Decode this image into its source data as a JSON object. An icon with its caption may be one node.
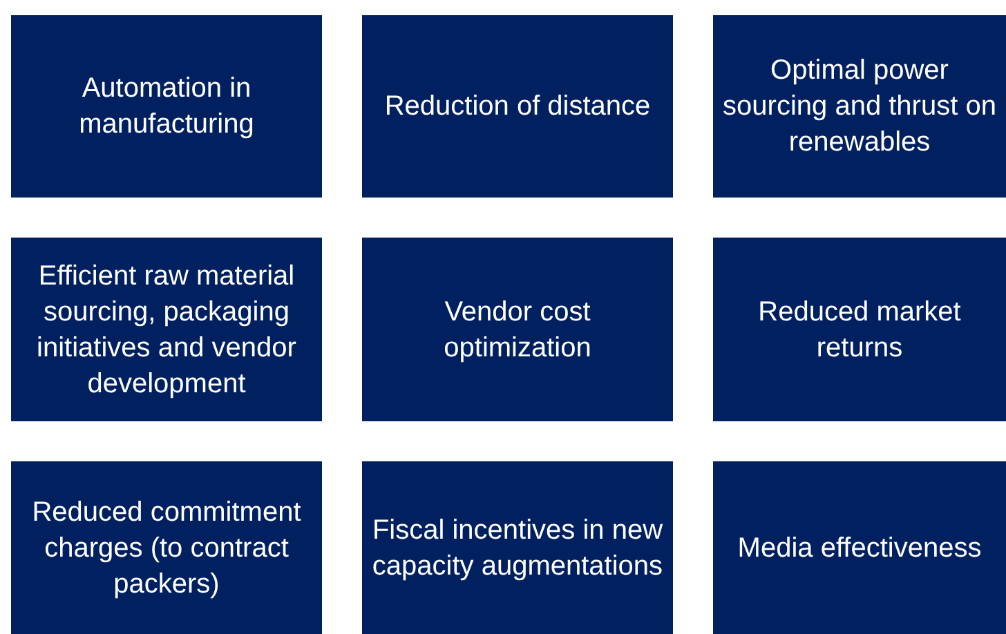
{
  "diagram": {
    "nodes": [
      {
        "text": [
          "Automation in manufacturing"
        ]
      },
      {
        "text": [
          "Reduction of distance"
        ]
      },
      {
        "text": [
          "Optimal power sourcing and thrust on renewables"
        ]
      },
      {
        "text": [
          "Efficient raw material sourcing, packaging initiatives and vendor development"
        ]
      },
      {
        "text": [
          "Vendor cost optimization"
        ]
      },
      {
        "text": [
          "Reduced market returns"
        ]
      },
      {
        "text": [
          "Reduced commitment charges (to contract packers)"
        ]
      },
      {
        "text": [
          "Fiscal incentives in new capacity augmentations"
        ]
      },
      {
        "text": [
          "Media effectiveness"
        ]
      }
    ]
  }
}
